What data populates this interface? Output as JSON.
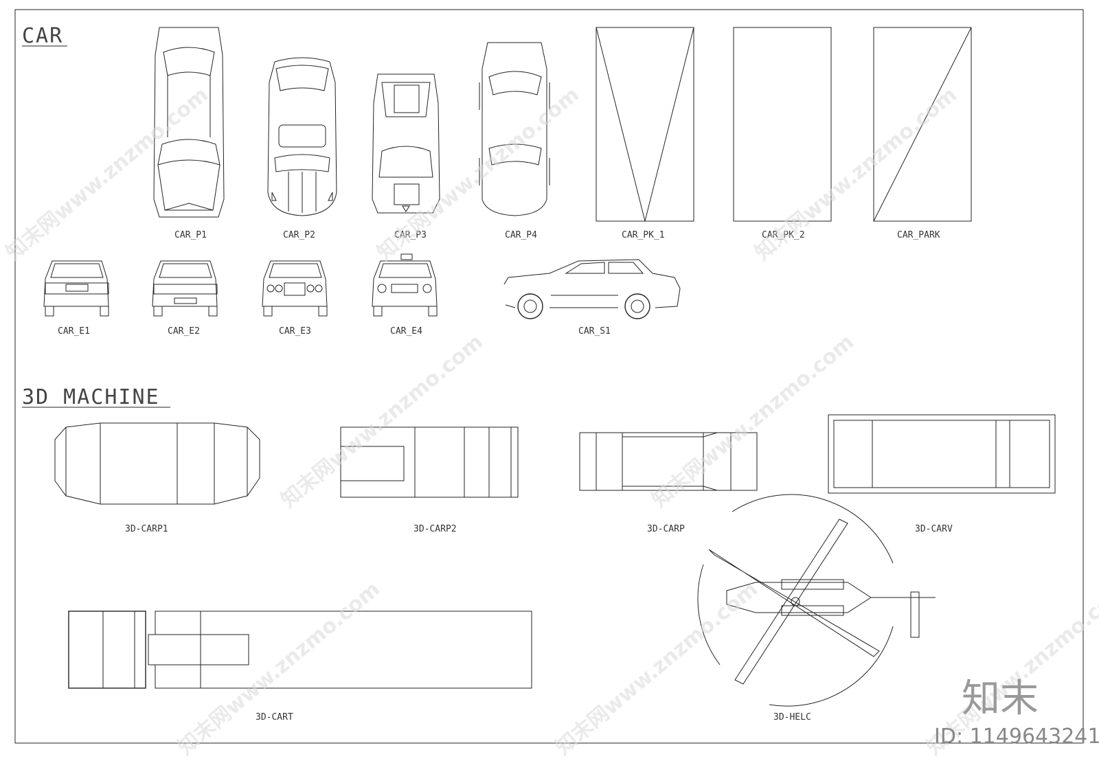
{
  "sections": {
    "car_title": "CAR",
    "machine_title": "3D MACHINE"
  },
  "labels": {
    "car_p1": "CAR_P1",
    "car_p2": "CAR_P2",
    "car_p3": "CAR_P3",
    "car_p4": "CAR_P4",
    "car_pk_1": "CAR_PK_1",
    "car_pk_2": "CAR_PK_2",
    "car_park": "CAR_PARK",
    "car_e1": "CAR_E1",
    "car_e2": "CAR_E2",
    "car_e3": "CAR_E3",
    "car_e4": "CAR_E4",
    "car_s1": "CAR_S1",
    "carp1": "3D-CARP1",
    "carp2": "3D-CARP2",
    "carp": "3D-CARP",
    "carv": "3D-CARV",
    "cart": "3D-CART",
    "helc": "3D-HELC"
  },
  "watermark": {
    "text": "知末网www.znzmo.com",
    "brand": "知末",
    "id": "ID: 1149643241"
  }
}
